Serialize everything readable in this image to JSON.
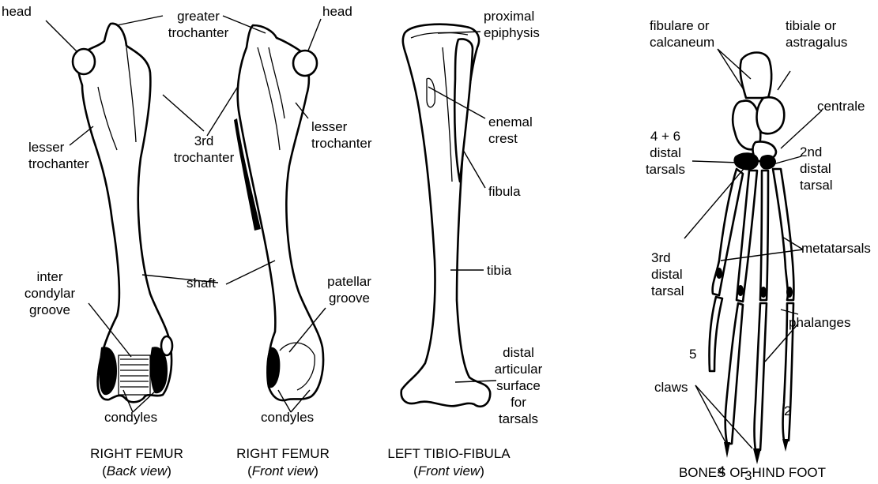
{
  "labels": {
    "head_left": "head",
    "greater_trochanter": [
      "greater",
      "trochanter"
    ],
    "head_right": "head",
    "proximal_epiphysis": [
      "proximal",
      "epiphysis"
    ],
    "lesser_trochanter_back": [
      "lesser",
      "trochanter"
    ],
    "third_trochanter": [
      "3rd",
      "trochanter"
    ],
    "lesser_trochanter_front": [
      "lesser",
      "trochanter"
    ],
    "enemal_crest": [
      "enemal",
      "crest"
    ],
    "fibula": "fibula",
    "tibia": "tibia",
    "shaft": "shaft",
    "inter_condylar_groove": [
      "inter",
      "condylar",
      "groove"
    ],
    "patellar_groove": [
      "patellar",
      "groove"
    ],
    "condyles_back": "condyles",
    "condyles_front": "condyles",
    "distal_articular": [
      "distal",
      "articular",
      "surface",
      "for",
      "tarsals"
    ],
    "fibulare": [
      "fibulare or",
      "calcaneum"
    ],
    "tibiale": [
      "tibiale or",
      "astragalus"
    ],
    "centrale": "centrale",
    "distal_tarsals_4_6": [
      "4 + 6",
      "distal",
      "tarsals"
    ],
    "second_distal_tarsal": [
      "2nd",
      "distal",
      "tarsal"
    ],
    "third_distal_tarsal": [
      "3rd",
      "distal",
      "tarsal"
    ],
    "metatarsals": "metatarsals",
    "phalanges": "phalanges",
    "claws": "claws",
    "digit_5": "5",
    "digit_4": "4",
    "digit_3": "3",
    "digit_2": "2"
  },
  "captions": {
    "femur_back": {
      "title": "RIGHT FEMUR",
      "view_open": "(",
      "view": "Back view",
      "view_close": ")"
    },
    "femur_front": {
      "title": "RIGHT FEMUR",
      "view_open": "(",
      "view": "Front view",
      "view_close": ")"
    },
    "tibio_fibula": {
      "title": "LEFT TIBIO-FIBULA",
      "view_open": "(",
      "view": "Front view",
      "view_close": ")"
    },
    "hind_foot": {
      "title": "BONES OF HIND FOOT"
    }
  }
}
